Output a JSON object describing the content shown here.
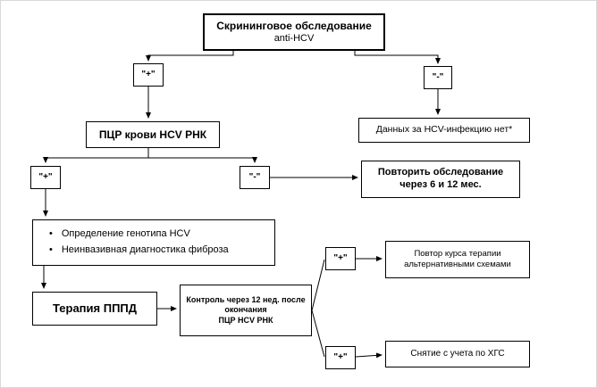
{
  "diagram": {
    "nodes": {
      "screening": {
        "title": "Скрининговое обследование",
        "subtitle": "anti-HCV"
      },
      "branch_plus_top": {
        "label": "\"+\""
      },
      "branch_minus_top": {
        "label": "\"-\""
      },
      "pcr_blood": {
        "label": "ПЦР крови HCV РНК"
      },
      "no_infection": {
        "label": "Данных за HCV-инфекцию нет*"
      },
      "branch_plus_pcr": {
        "label": "\"+\""
      },
      "branch_minus_pcr": {
        "label": "\"-\""
      },
      "repeat_exam": {
        "line1": "Повторить обследование",
        "line2": "через 6 и 12 мес."
      },
      "workup": {
        "bullet": "•",
        "items": [
          "Определение генотипа HCV",
          "Неинвазивная диагностика фиброза"
        ]
      },
      "therapy": {
        "label": "Терапия ПППД"
      },
      "control": {
        "line1": "Контроль через 12 нед. после",
        "line2": "окончания",
        "line3": "ПЦР HCV РНК"
      },
      "branch_plus_control_top": {
        "label": "\"+\""
      },
      "branch_plus_control_bottom": {
        "label": "\"+\""
      },
      "alt_therapy": {
        "line1": "Повтор курса терапии",
        "line2": "альтернативными схемами"
      },
      "deregister": {
        "label": "Снятие с учета по ХГС"
      }
    },
    "colors": {
      "line": "#000000",
      "border": "#000000",
      "background": "#ffffff"
    }
  }
}
